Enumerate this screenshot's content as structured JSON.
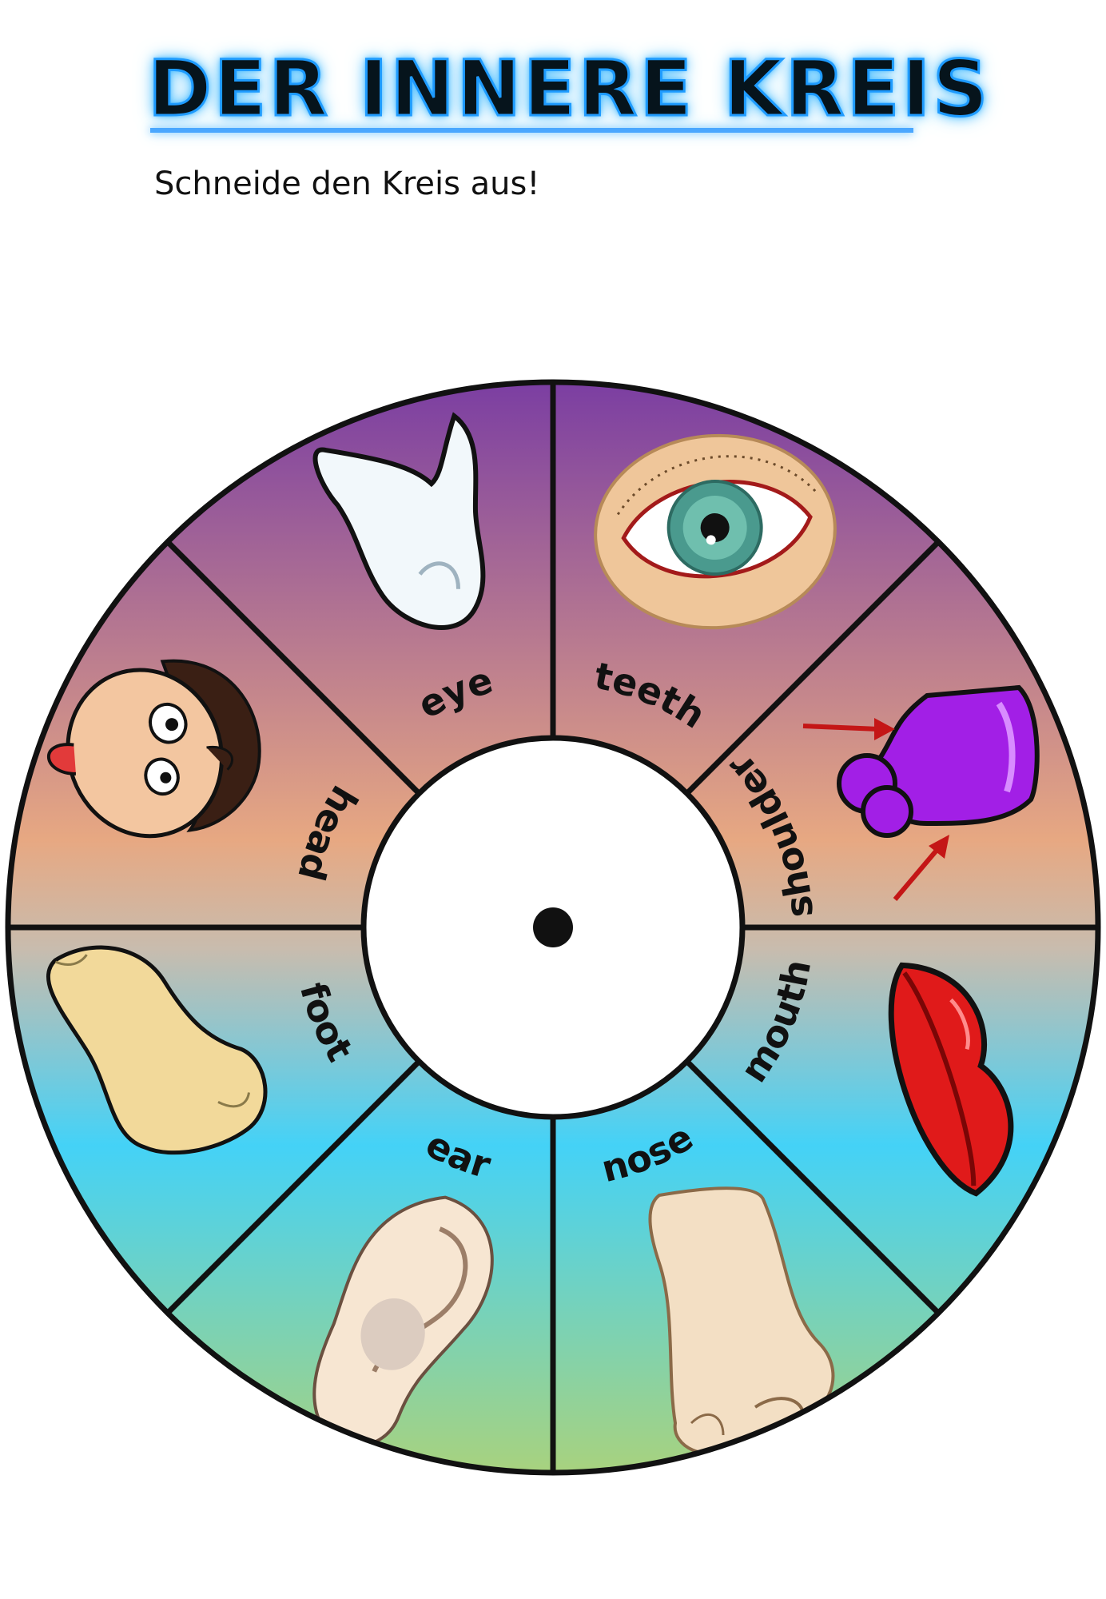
{
  "title": "DER INNERE KREIS",
  "instruction": "Schneide den Kreis aus!",
  "wheel": {
    "segments": [
      {
        "label": "nose",
        "icon": "tooth-icon"
      },
      {
        "label": "ear",
        "icon": "eye-icon"
      },
      {
        "label": "foot",
        "icon": "shoulder-icon"
      },
      {
        "label": "head",
        "icon": "lips-icon"
      },
      {
        "label": "teeth",
        "icon": "nose-icon"
      },
      {
        "label": "eye",
        "icon": "ear-icon"
      },
      {
        "label": "shoulder",
        "icon": "foot-icon"
      },
      {
        "label": "mouth",
        "icon": "head-icon"
      }
    ],
    "colors": {
      "top": "#7b3ea2",
      "middle": "#e7a882",
      "lower": "#44d2f7",
      "bottom": "#a8d27e",
      "outline": "#111111"
    }
  }
}
